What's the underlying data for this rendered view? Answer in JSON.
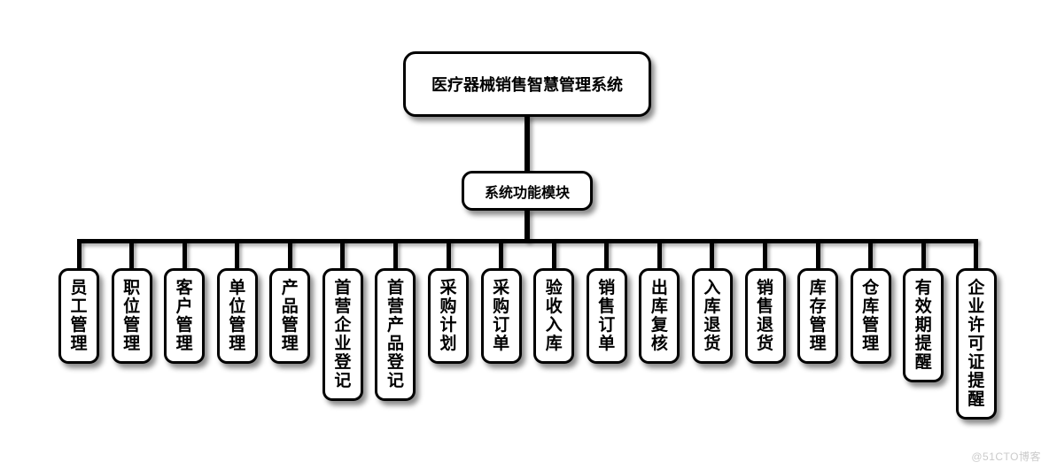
{
  "diagram": {
    "root": {
      "label": "医疗器械销售智慧管理系统"
    },
    "level2": {
      "label": "系统功能模块"
    },
    "children": [
      {
        "label": "员工管理"
      },
      {
        "label": "职位管理"
      },
      {
        "label": "客户管理"
      },
      {
        "label": "单位管理"
      },
      {
        "label": "产品管理"
      },
      {
        "label": "首营企业登记"
      },
      {
        "label": "首营产品登记"
      },
      {
        "label": "采购计划"
      },
      {
        "label": "采购订单"
      },
      {
        "label": "验收入库"
      },
      {
        "label": "销售订单"
      },
      {
        "label": "出库复核"
      },
      {
        "label": "入库退货"
      },
      {
        "label": "销售退货"
      },
      {
        "label": "库存管理"
      },
      {
        "label": "仓库管理"
      },
      {
        "label": "有效期提醒"
      },
      {
        "label": "企业许可证提醒"
      }
    ]
  },
  "watermark": "@51CTO博客",
  "colors": {
    "background": "#ffffff",
    "node_fill": "#ffffff",
    "node_border": "#000000",
    "line": "#000000",
    "watermark_text": "#cbcbcb"
  }
}
